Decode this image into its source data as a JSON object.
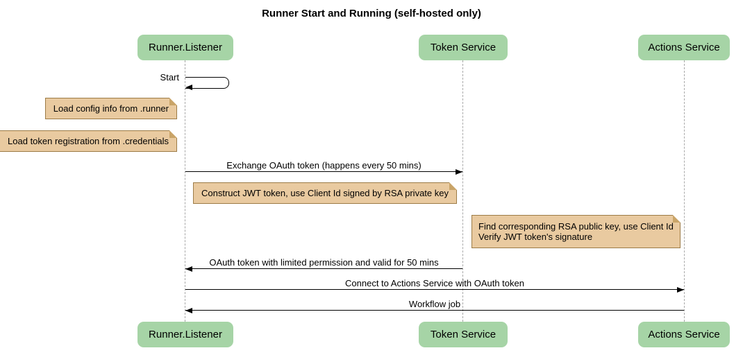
{
  "title": "Runner Start and Running (self-hosted only)",
  "participants": {
    "runner_listener": "Runner.Listener",
    "token_service": "Token Service",
    "actions_service": "Actions Service"
  },
  "messages": {
    "start": {
      "label": "Start",
      "from": "runner_listener",
      "to": "runner_listener",
      "kind": "self-message"
    },
    "exchange_oauth": {
      "label": "Exchange OAuth token (happens every 50 mins)",
      "from": "runner_listener",
      "to": "token_service",
      "kind": "solid-arrow"
    },
    "oauth_return": {
      "label": "OAuth token with limited permission and valid for 50 mins",
      "from": "token_service",
      "to": "runner_listener",
      "kind": "solid-arrow"
    },
    "connect": {
      "label": "Connect to Actions Service with OAuth token",
      "from": "runner_listener",
      "to": "actions_service",
      "kind": "solid-arrow"
    },
    "workflow_job": {
      "label": "Workflow job",
      "from": "actions_service",
      "to": "runner_listener",
      "kind": "solid-arrow"
    }
  },
  "notes": {
    "load_config": {
      "text": "Load config info from .runner",
      "position": "left of runner_listener"
    },
    "load_token_registration": {
      "text": "Load token registration from .credentials",
      "position": "left of runner_listener"
    },
    "construct_jwt": {
      "text": "Construct JWT token, use Client Id signed by RSA private key",
      "position": "between runner_listener and token_service"
    },
    "find_rsa": {
      "line1": "Find corresponding RSA public key, use Client Id",
      "line2": "Verify JWT token's signature",
      "position": "left of actions_service"
    }
  },
  "colors": {
    "participant_fill": "#A6D4A6",
    "note_fill": "#E9CAA0",
    "note_border": "#9C7B46",
    "note_fold": "#C9A468",
    "lifeline": "#A8A8A8",
    "arrow": "#000000",
    "background": "#FFFFFF",
    "text": "#000000"
  }
}
